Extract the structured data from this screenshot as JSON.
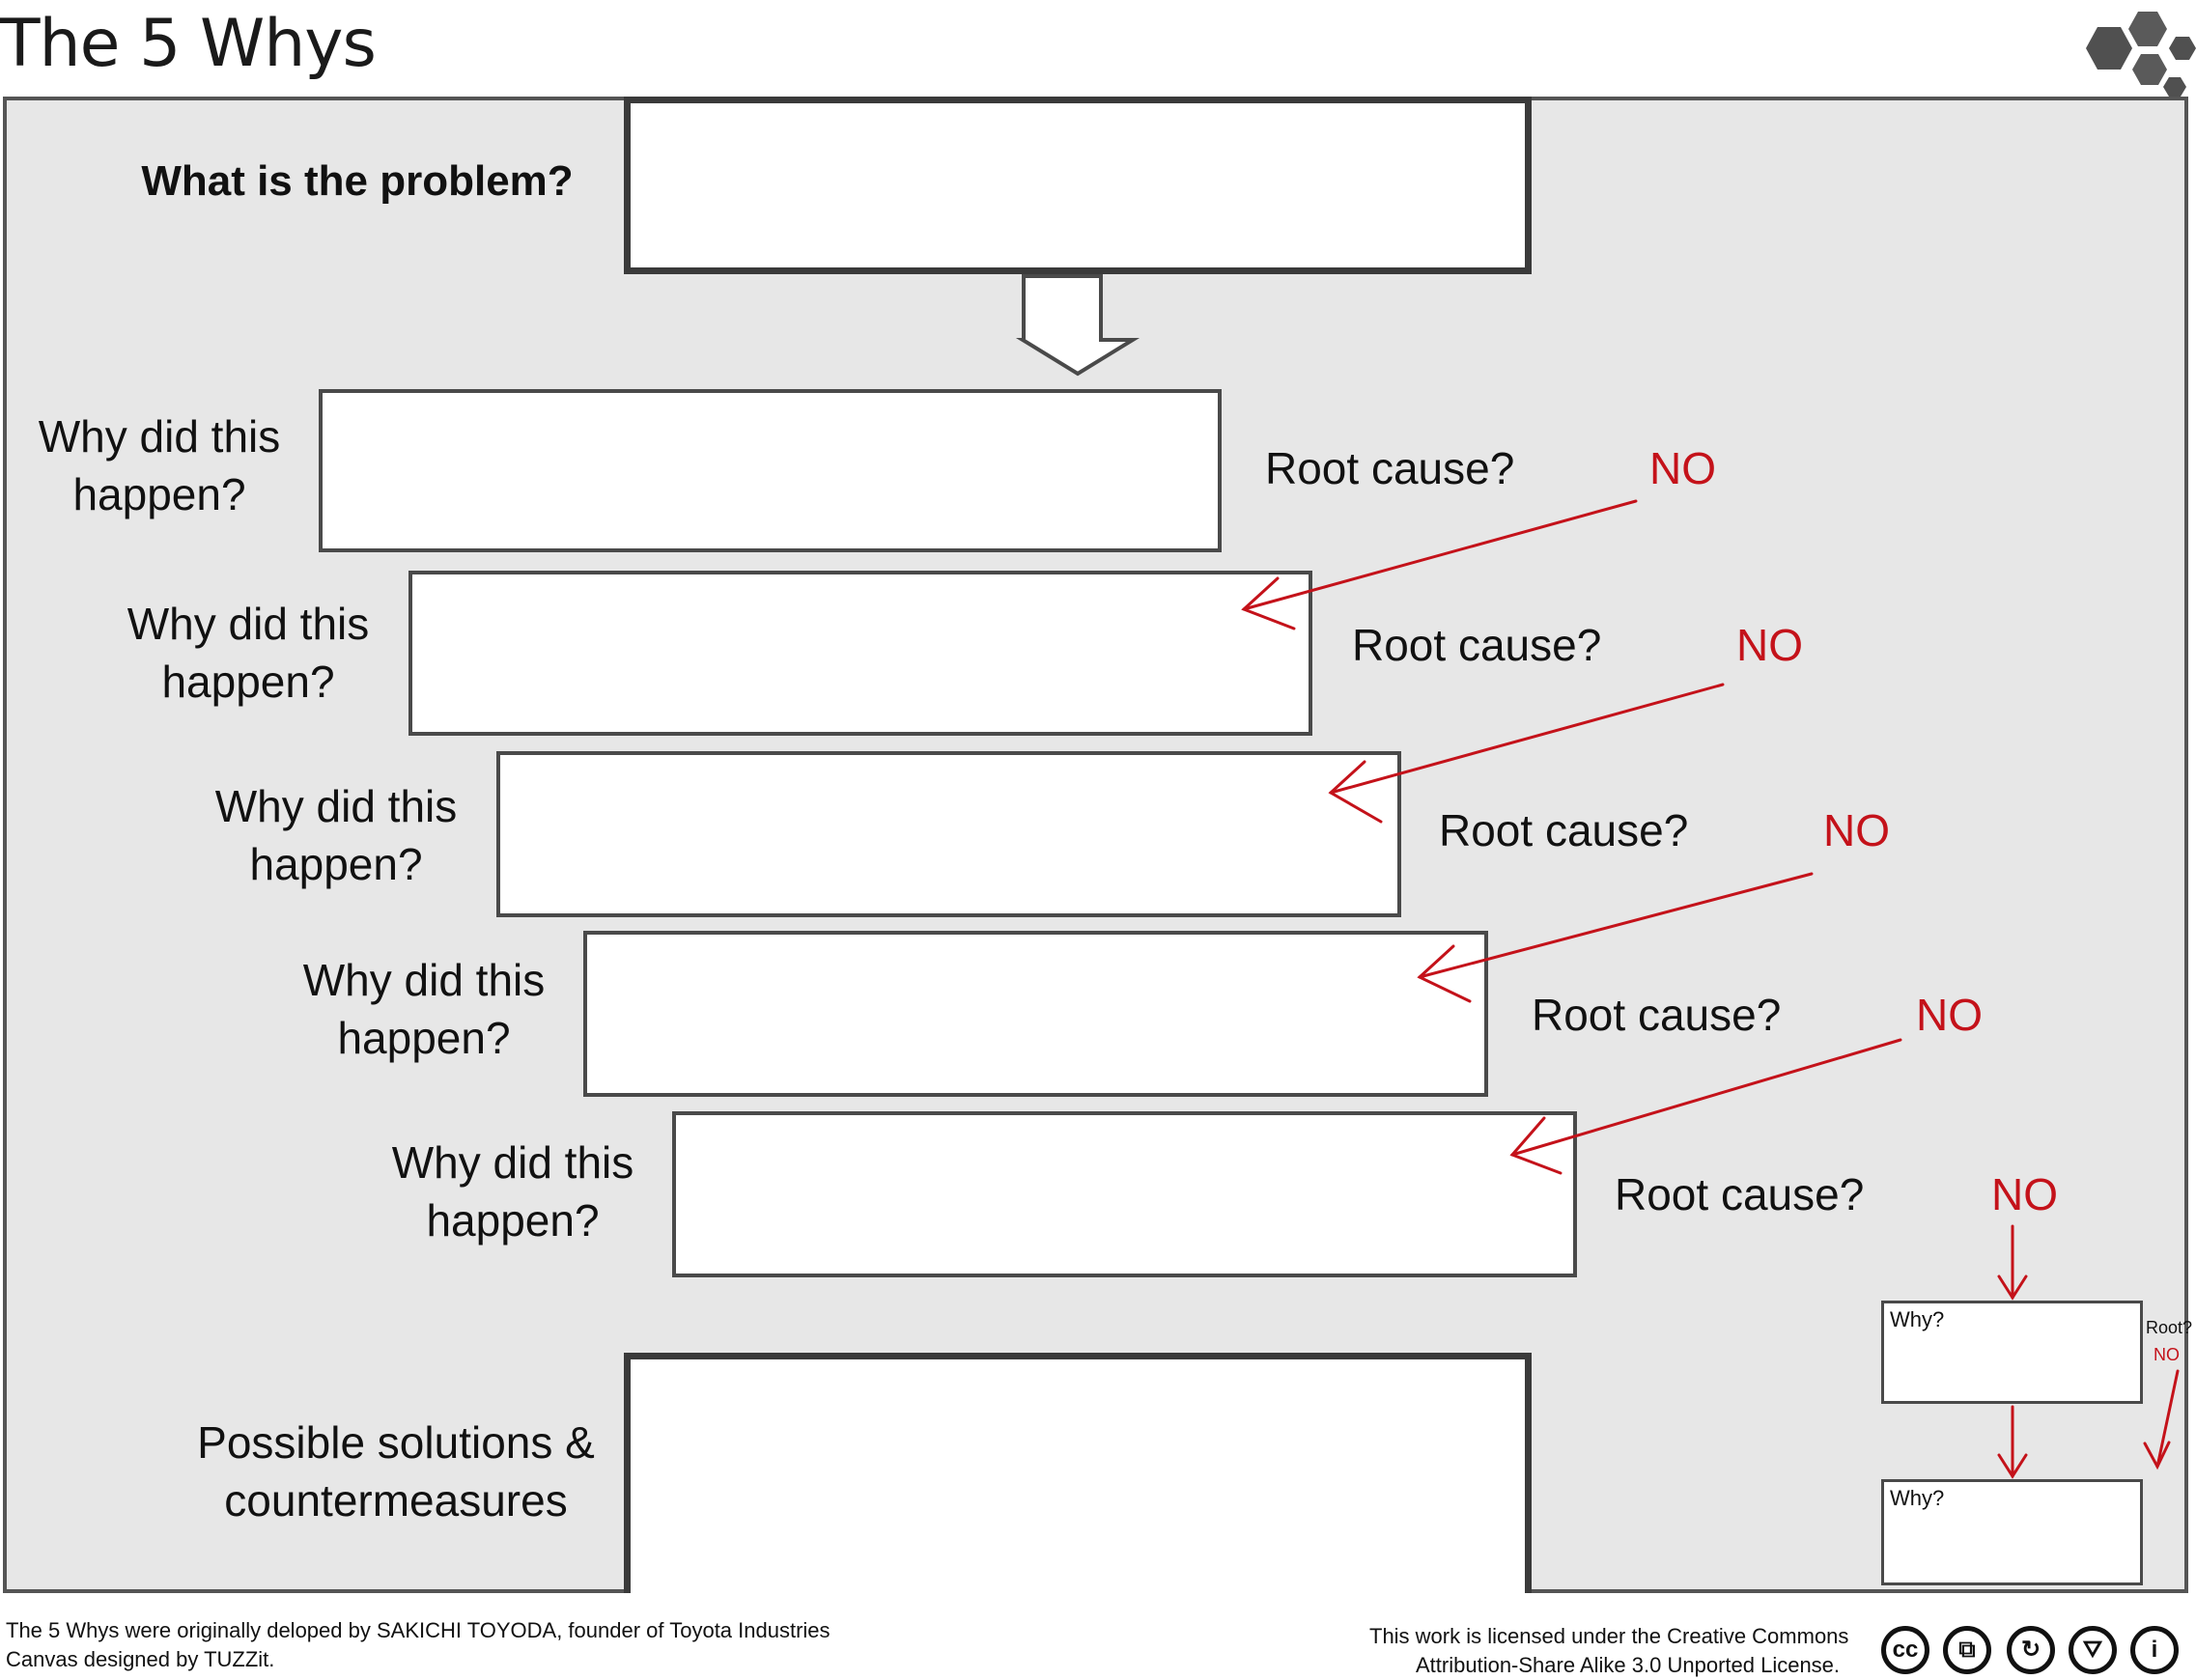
{
  "title": "The 5 Whys",
  "problem_label": "What is the problem?",
  "why_label": "Why did this happen?",
  "root_cause_label": "Root cause?",
  "no_label": "NO",
  "solutions_label": "Possible solutions & countermeasures",
  "mini": {
    "why_label": "Why?",
    "root_label": "Root?",
    "no_label": "NO"
  },
  "footer": {
    "credit_line1": "The 5 Whys were originally deloped by SAKICHI TOYODA, founder of Toyota Industries",
    "credit_line2": "Canvas designed by TUZZit.",
    "license_line1": "This work is licensed under the Creative Commons",
    "license_line2": "Attribution-Share Alike 3.0 Unported License."
  },
  "license_icons": [
    "cc-icon",
    "copy-icon",
    "share-alike-icon",
    "remix-icon",
    "attribution-icon"
  ],
  "colors": {
    "arrow_red": "#c4121a",
    "canvas_gray": "#e7e7e7",
    "box_border": "#4a4a4a"
  }
}
